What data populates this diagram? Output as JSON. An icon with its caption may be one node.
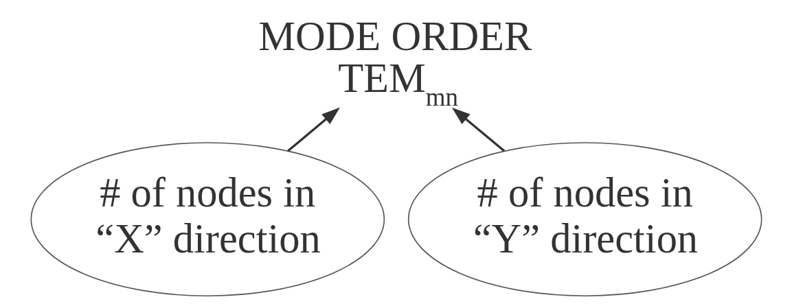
{
  "diagram": {
    "nodes": [
      {
        "text": [
          "MODE ORDER",
          "TEM$_{mn}$"
        ]
      },
      {
        "text": [
          "# of nodes in “X” direction"
        ]
      },
      {
        "text": [
          "# of nodes in “Y” direction"
        ]
      }
    ],
    "edges": [
      {
        "from": 1,
        "to": 0,
        "arrow": "to"
      },
      {
        "from": 2,
        "to": 0,
        "arrow": "to"
      }
    ]
  }
}
